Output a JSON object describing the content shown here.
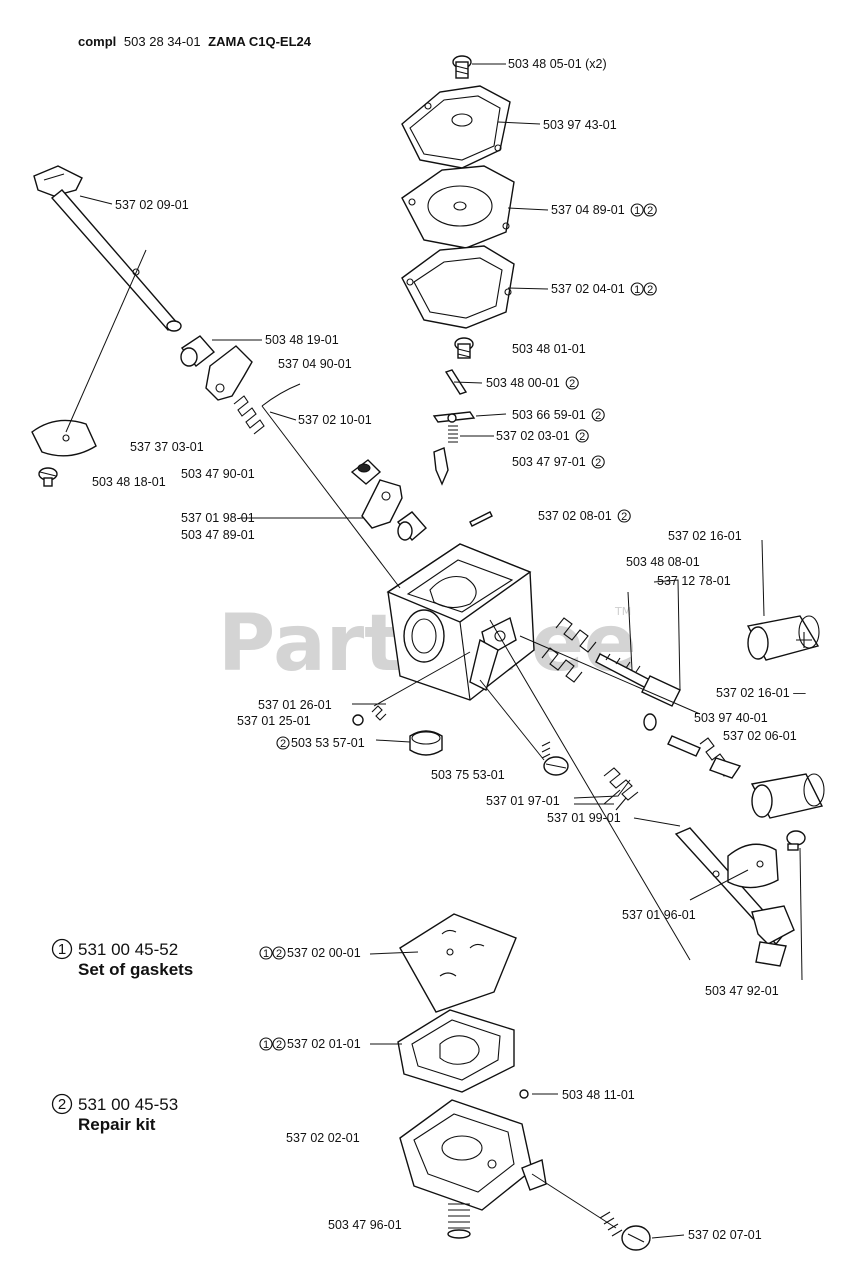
{
  "header": {
    "prefix": "compl",
    "number": "503 28 34-01",
    "model": "ZAMA C1Q-EL24"
  },
  "watermark": {
    "text": "PartsTree",
    "tm": "TM"
  },
  "kits": [
    {
      "mark": "1",
      "number": "531 00 45-52",
      "name": "Set of gaskets"
    },
    {
      "mark": "2",
      "number": "531 00 45-53",
      "name": "Repair kit"
    }
  ],
  "parts": [
    {
      "id": "50348050",
      "label": "503 48 05-01 (x2)",
      "marks": []
    },
    {
      "id": "50397430",
      "label": "503 97 43-01",
      "marks": []
    },
    {
      "id": "53704890",
      "label": "537 04 89-01",
      "marks": [
        "1",
        "2"
      ]
    },
    {
      "id": "53702040",
      "label": "537 02 04-01",
      "marks": [
        "1",
        "2"
      ]
    },
    {
      "id": "53702090",
      "label": "537 02 09-01",
      "marks": []
    },
    {
      "id": "50348190",
      "label": "503 48 19-01",
      "marks": []
    },
    {
      "id": "53704900",
      "label": "537 04 90-01",
      "marks": []
    },
    {
      "id": "50348010",
      "label": "503 48 01-01",
      "marks": []
    },
    {
      "id": "50348000",
      "label": "503 48 00-01",
      "marks": [
        "2"
      ]
    },
    {
      "id": "53702100",
      "label": "537 02 10-01",
      "marks": []
    },
    {
      "id": "50366590",
      "label": "503 66 59-01",
      "marks": [
        "2"
      ]
    },
    {
      "id": "53702030",
      "label": "537 02 03-01",
      "marks": [
        "2"
      ]
    },
    {
      "id": "53737030",
      "label": "537 37 03-01",
      "marks": []
    },
    {
      "id": "50347970",
      "label": "503 47 97-01",
      "marks": [
        "2"
      ]
    },
    {
      "id": "50347900",
      "label": "503 47 90-01",
      "marks": []
    },
    {
      "id": "50348180",
      "label": "503 48 18-01",
      "marks": []
    },
    {
      "id": "53701980",
      "label": "537 01 98-01",
      "marks": []
    },
    {
      "id": "50347890",
      "label": "503 47 89-01",
      "marks": []
    },
    {
      "id": "53702080",
      "label": "537 02 08-01",
      "marks": [
        "2"
      ]
    },
    {
      "id": "53702160a",
      "label": "537 02 16-01",
      "marks": []
    },
    {
      "id": "50348080",
      "label": "503 48 08-01",
      "marks": []
    },
    {
      "id": "53712780",
      "label": "537 12 78-01",
      "marks": []
    },
    {
      "id": "53702160b",
      "label": "537 02 16-01 —",
      "marks": []
    },
    {
      "id": "53701260",
      "label": "537 01 26-01",
      "marks": []
    },
    {
      "id": "53701250",
      "label": "537 01 25-01",
      "marks": []
    },
    {
      "id": "50397400",
      "label": "503 97 40-01",
      "marks": []
    },
    {
      "id": "53702060",
      "label": "537 02 06-01",
      "marks": []
    },
    {
      "id": "50353570",
      "label": "503 53 57-01",
      "marks": [
        "2"
      ]
    },
    {
      "id": "50375530",
      "label": "503 75 53-01",
      "marks": []
    },
    {
      "id": "53701970",
      "label": "537 01 97-01",
      "marks": []
    },
    {
      "id": "53701990",
      "label": "537 01 99-01",
      "marks": []
    },
    {
      "id": "53701960",
      "label": "537 01 96-01",
      "marks": []
    },
    {
      "id": "53702000",
      "label": "537 02 00-01",
      "marks": [
        "1",
        "2"
      ]
    },
    {
      "id": "50347920",
      "label": "503 47 92-01",
      "marks": []
    },
    {
      "id": "53702010",
      "label": "537 02 01-01",
      "marks": [
        "1",
        "2"
      ]
    },
    {
      "id": "50348110",
      "label": "503 48 11-01",
      "marks": []
    },
    {
      "id": "53702020",
      "label": "537 02 02-01",
      "marks": []
    },
    {
      "id": "50347960",
      "label": "503 47 96-01",
      "marks": []
    },
    {
      "id": "53702070",
      "label": "537 02 07-01",
      "marks": []
    }
  ]
}
